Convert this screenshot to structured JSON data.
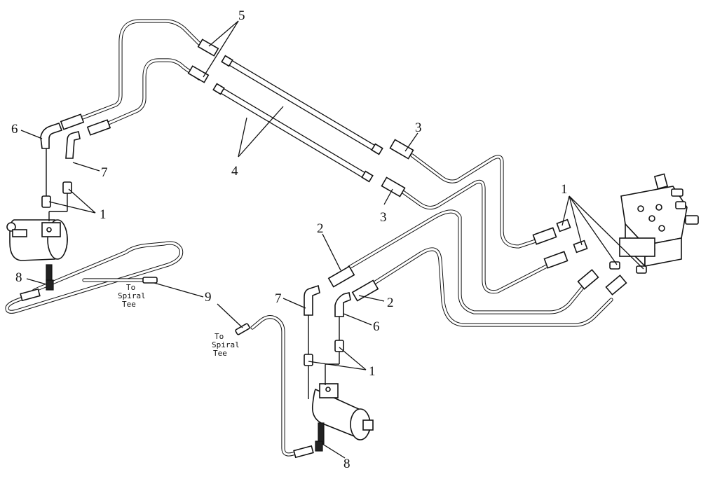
{
  "callouts": {
    "c1_left": "1",
    "c1_right": "1",
    "c1_bottom": "1",
    "c2_top": "2",
    "c2_right": "2",
    "c3_top": "3",
    "c3_bottom": "3",
    "c4": "4",
    "c5": "5",
    "c6_left": "6",
    "c6_right": "6",
    "c7_left": "7",
    "c7_right": "7",
    "c8_left": "8",
    "c8_right": "8",
    "c9": "9"
  },
  "notes": {
    "spiral_tee_1": [
      "To",
      "Spiral",
      "Tee"
    ],
    "spiral_tee_2": [
      "To",
      "Spiral",
      "Tee"
    ]
  }
}
